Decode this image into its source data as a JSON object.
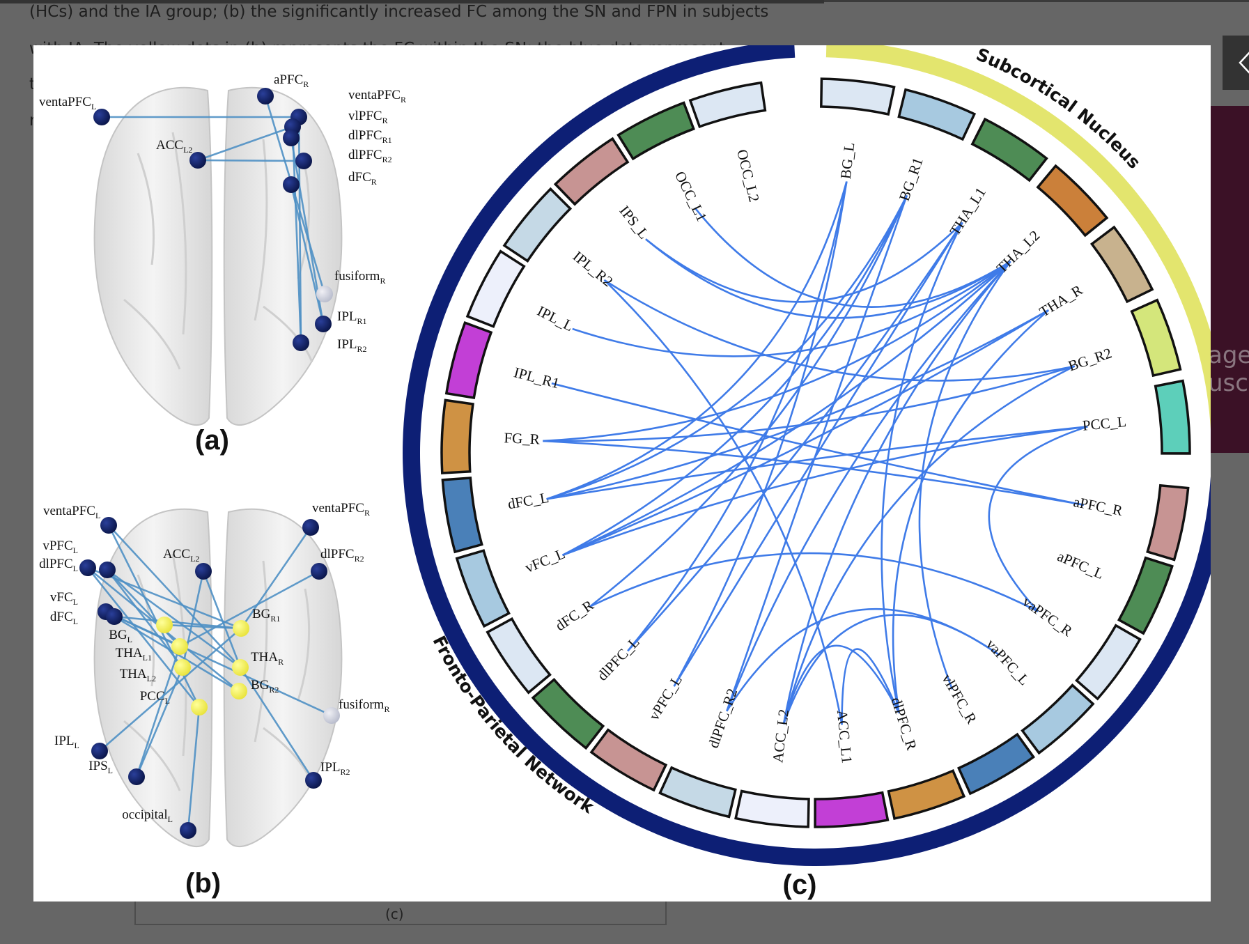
{
  "background_page": {
    "caption_lines": [
      "(HCs) and the IA group; (b) the significantly increased FC among the SN and FPN in subjects",
      "with IA. The yellow dots in (b) represents the FC within the SN; the blue dots represent",
      "t",
      "r"
    ],
    "side_panel_text": [
      "age",
      "uscr"
    ],
    "frame_label": "(c)"
  },
  "lightbox": {
    "nav_button": {
      "icon": "chevron-left-icon",
      "label": "<"
    },
    "panel_labels": {
      "a": "(a)",
      "b": "(b)",
      "c": "(c)"
    }
  },
  "brain_a": {
    "nodes": [
      {
        "name": "ventaPFC",
        "sub": "L",
        "type": "fpn"
      },
      {
        "name": "aPFC",
        "sub": "R",
        "type": "fpn"
      },
      {
        "name": "ventaPFC",
        "sub": "R",
        "type": "fpn"
      },
      {
        "name": "vlPFC",
        "sub": "R",
        "type": "fpn"
      },
      {
        "name": "dlPFC",
        "sub": "R1",
        "type": "fpn"
      },
      {
        "name": "ACC",
        "sub": "L2",
        "type": "fpn"
      },
      {
        "name": "dlPFC",
        "sub": "R2",
        "type": "fpn"
      },
      {
        "name": "dFC",
        "sub": "R",
        "type": "fpn"
      },
      {
        "name": "fusiform",
        "sub": "R",
        "type": "other"
      },
      {
        "name": "IPL",
        "sub": "R1",
        "type": "fpn"
      },
      {
        "name": "IPL",
        "sub": "R2",
        "type": "fpn"
      }
    ]
  },
  "brain_b": {
    "nodes": [
      {
        "name": "ventaPFC",
        "sub": "L",
        "type": "fpn"
      },
      {
        "name": "ventaPFC",
        "sub": "R",
        "type": "fpn"
      },
      {
        "name": "vPFC",
        "sub": "L",
        "type": "fpn"
      },
      {
        "name": "dlPFC",
        "sub": "L",
        "type": "fpn"
      },
      {
        "name": "ACC",
        "sub": "L2",
        "type": "fpn"
      },
      {
        "name": "dlPFC",
        "sub": "R2",
        "type": "fpn"
      },
      {
        "name": "vFC",
        "sub": "L",
        "type": "fpn"
      },
      {
        "name": "dFC",
        "sub": "L",
        "type": "fpn"
      },
      {
        "name": "BG",
        "sub": "L",
        "type": "sn"
      },
      {
        "name": "BG",
        "sub": "R1",
        "type": "sn"
      },
      {
        "name": "THA",
        "sub": "L1",
        "type": "sn"
      },
      {
        "name": "THA",
        "sub": "L2",
        "type": "sn"
      },
      {
        "name": "THA",
        "sub": "R",
        "type": "sn"
      },
      {
        "name": "BG",
        "sub": "R2",
        "type": "sn"
      },
      {
        "name": "PCC",
        "sub": "L",
        "type": "sn"
      },
      {
        "name": "fusiform",
        "sub": "R",
        "type": "other"
      },
      {
        "name": "IPL",
        "sub": "L",
        "type": "fpn"
      },
      {
        "name": "IPS",
        "sub": "L",
        "type": "fpn"
      },
      {
        "name": "IPL",
        "sub": "R2",
        "type": "fpn"
      },
      {
        "name": "occipital",
        "sub": "L",
        "type": "fpn"
      }
    ]
  },
  "chord": {
    "groups": [
      {
        "name": "Subcortical Nucleus",
        "color": "#e3e56e"
      },
      {
        "name": "Fronto-Parietal Network",
        "color": "#0d1f75"
      }
    ],
    "chord_color": "#3f7be8",
    "nodes": [
      {
        "label": "BG_L",
        "group": 0,
        "color": "#dce7f3"
      },
      {
        "label": "BG_R1",
        "group": 0,
        "color": "#a7c9e0"
      },
      {
        "label": "THA_L1",
        "group": 0,
        "color": "#4e8c55"
      },
      {
        "label": "THA_L2",
        "group": 0,
        "color": "#cb803a"
      },
      {
        "label": "THA_R",
        "group": 0,
        "color": "#c8b28e"
      },
      {
        "label": "BG_R2",
        "group": 0,
        "color": "#d4e67b"
      },
      {
        "label": "PCC_L",
        "group": 0,
        "color": "#5dcfba"
      },
      {
        "label": "aPFC_R",
        "group": 1,
        "color": "#c79493"
      },
      {
        "label": "aPFC_L",
        "group": 1,
        "color": "#4e8c55"
      },
      {
        "label": "vaPFC_R",
        "group": 1,
        "color": "#dce7f3"
      },
      {
        "label": "vaPFC_L",
        "group": 1,
        "color": "#a7c9e0"
      },
      {
        "label": "vlPFC_R",
        "group": 1,
        "color": "#4a80b8"
      },
      {
        "label": "dlPFC_R",
        "group": 1,
        "color": "#cf9244"
      },
      {
        "label": "ACC_L1",
        "group": 1,
        "color": "#c23fd6"
      },
      {
        "label": "ACC_L2",
        "group": 1,
        "color": "#edf0fb"
      },
      {
        "label": "dlPFC_R2",
        "group": 1,
        "color": "#c5d9e6"
      },
      {
        "label": "vPFC_L",
        "group": 1,
        "color": "#c79493"
      },
      {
        "label": "dlPFC_L",
        "group": 1,
        "color": "#4e8c55"
      },
      {
        "label": "dFC_R",
        "group": 1,
        "color": "#dce7f3"
      },
      {
        "label": "vFC_L",
        "group": 1,
        "color": "#a7c9e0"
      },
      {
        "label": "dFC_L",
        "group": 1,
        "color": "#4a80b8"
      },
      {
        "label": "FG_R",
        "group": 1,
        "color": "#cf9244"
      },
      {
        "label": "IPL_R1",
        "group": 1,
        "color": "#c23fd6"
      },
      {
        "label": "IPL_L",
        "group": 1,
        "color": "#edf0fb"
      },
      {
        "label": "IPL_R2",
        "group": 1,
        "color": "#c5d9e6"
      },
      {
        "label": "IPS_L",
        "group": 1,
        "color": "#c79493"
      },
      {
        "label": "OCC_L1",
        "group": 1,
        "color": "#4e8c55"
      },
      {
        "label": "OCC_L2",
        "group": 1,
        "color": "#dce7f3"
      }
    ],
    "links": [
      [
        "BG_L",
        "dlPFC_L"
      ],
      [
        "BG_L",
        "vPFC_L"
      ],
      [
        "BG_L",
        "dFC_L"
      ],
      [
        "BG_R1",
        "dlPFC_R2"
      ],
      [
        "BG_R1",
        "vFC_L"
      ],
      [
        "BG_R1",
        "dFC_L"
      ],
      [
        "BG_R1",
        "dFC_R"
      ],
      [
        "THA_L1",
        "IPS_L"
      ],
      [
        "THA_L1",
        "vPFC_L"
      ],
      [
        "THA_L1",
        "dlPFC_L"
      ],
      [
        "THA_L1",
        "dlPFC_R"
      ],
      [
        "THA_L2",
        "OCC_L1"
      ],
      [
        "THA_L2",
        "IPS_L"
      ],
      [
        "THA_L2",
        "IPL_L"
      ],
      [
        "THA_L2",
        "FG_R"
      ],
      [
        "THA_L2",
        "vFC_L"
      ],
      [
        "THA_L2",
        "dlPFC_R2"
      ],
      [
        "THA_L2",
        "ACC_L2"
      ],
      [
        "THA_L2",
        "vlPFC_R"
      ],
      [
        "THA_R",
        "dFC_L"
      ],
      [
        "THA_R",
        "vFC_L"
      ],
      [
        "THA_R",
        "dlPFC_R"
      ],
      [
        "BG_R2",
        "FG_R"
      ],
      [
        "BG_R2",
        "ACC_L2"
      ],
      [
        "BG_R2",
        "IPL_R2"
      ],
      [
        "PCC_L",
        "dFC_L"
      ],
      [
        "PCC_L",
        "vFC_L"
      ],
      [
        "PCC_L",
        "vaPFC_R"
      ],
      [
        "aPFC_R",
        "IPL_R1"
      ],
      [
        "aPFC_R",
        "FG_R"
      ],
      [
        "vaPFC_R",
        "dFC_R"
      ],
      [
        "vaPFC_L",
        "ACC_L2"
      ],
      [
        "vaPFC_L",
        "dlPFC_R2"
      ],
      [
        "ACC_L1",
        "IPL_R2"
      ],
      [
        "ACC_L1",
        "dlPFC_R"
      ],
      [
        "dlPFC_R",
        "ACC_L2"
      ]
    ]
  }
}
